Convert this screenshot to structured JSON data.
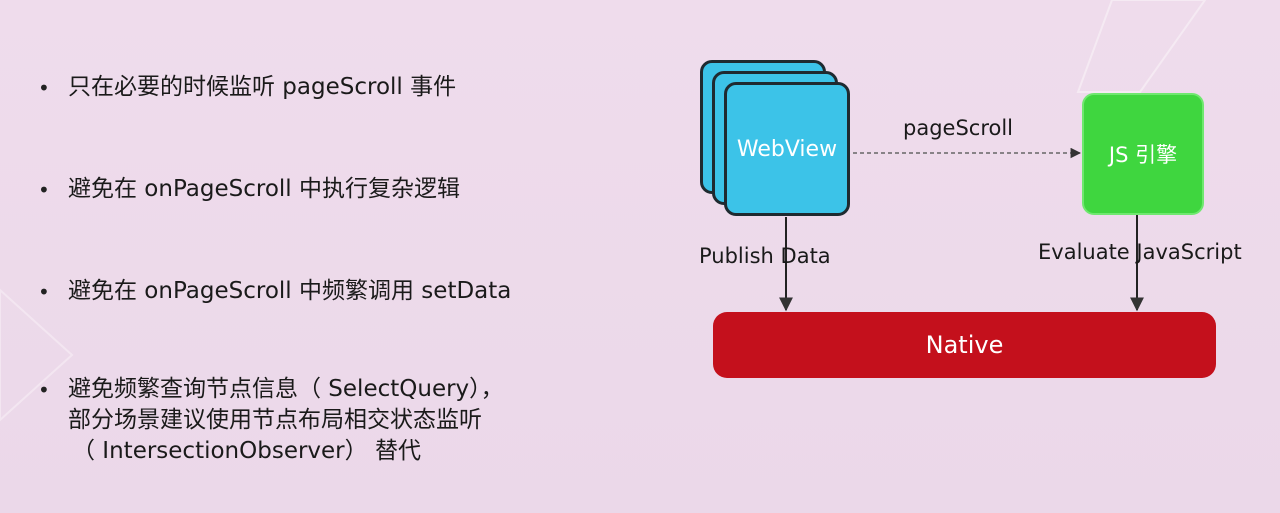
{
  "bullets": [
    {
      "text": "只在必要的时候监听 pageScroll 事件"
    },
    {
      "text": "避免在 onPageScroll 中执行复杂逻辑"
    },
    {
      "text": "避免在 onPageScroll 中频繁调用 setData"
    },
    {
      "lines": [
        "避免频繁查询节点信息（ SelectQuery），",
        "部分场景建议使用节点布局相交状态监听",
        "（ IntersectionObserver） 替代"
      ]
    }
  ],
  "bullet_marker": "•",
  "diagram": {
    "nodes": {
      "webview": {
        "label": "WebView",
        "color": "#3cc3e8"
      },
      "js_engine": {
        "label": "JS 引擎",
        "color": "#3fd63f"
      },
      "native": {
        "label": "Native",
        "color": "#c4101c"
      }
    },
    "edges": {
      "page_scroll": {
        "label": "pageScroll",
        "from": "webview",
        "to": "js_engine",
        "style": "dashed"
      },
      "publish_data": {
        "label": "Publish Data",
        "from": "webview",
        "to": "native",
        "style": "solid"
      },
      "evaluate_js": {
        "label": "Evaluate JavaScript",
        "from": "js_engine",
        "to": "native",
        "style": "solid"
      }
    }
  }
}
